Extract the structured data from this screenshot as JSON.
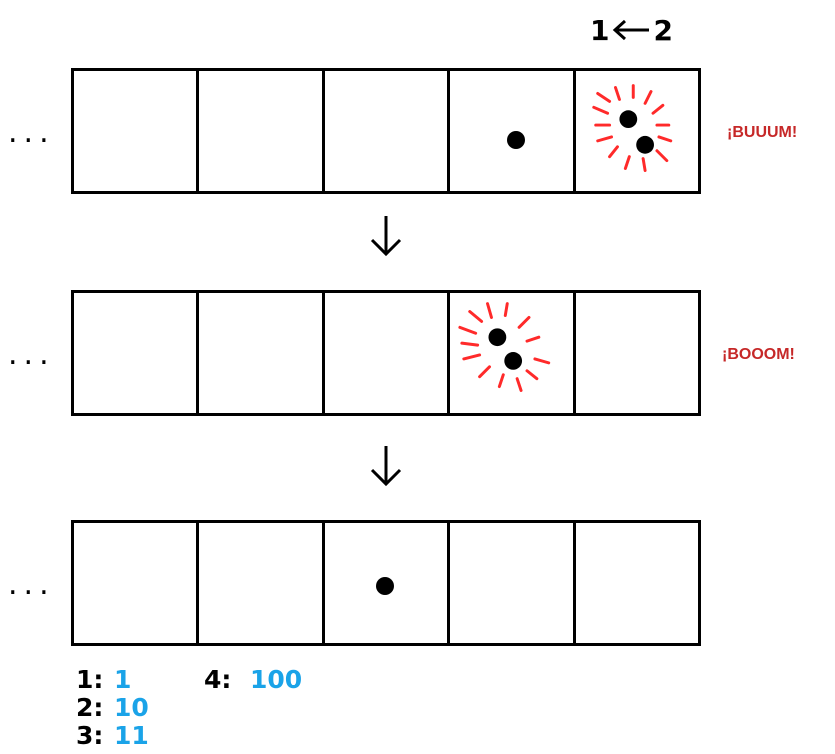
{
  "header": {
    "left": "1",
    "right": "2",
    "arrow_icon": "left-arrow-icon"
  },
  "ellipsis": "...",
  "rows": [
    {
      "dots_cell": [
        4,
        5
      ],
      "exploding_cell": 5,
      "single_dot_cell": 4,
      "label": "¡BUUUM!"
    },
    {
      "exploding_cell": 4,
      "label": "¡BOOOM!"
    },
    {
      "single_dot_cell": 3,
      "label": ""
    }
  ],
  "colors": {
    "burst": "#ff2a2a",
    "label": "#c62828",
    "binary": "#1aa3e8"
  },
  "legend": {
    "col1": [
      {
        "key": "1:",
        "value": "1"
      },
      {
        "key": "2:",
        "value": "10"
      },
      {
        "key": "3:",
        "value": "11"
      }
    ],
    "col2": [
      {
        "key": "4:",
        "value": "100"
      }
    ]
  }
}
